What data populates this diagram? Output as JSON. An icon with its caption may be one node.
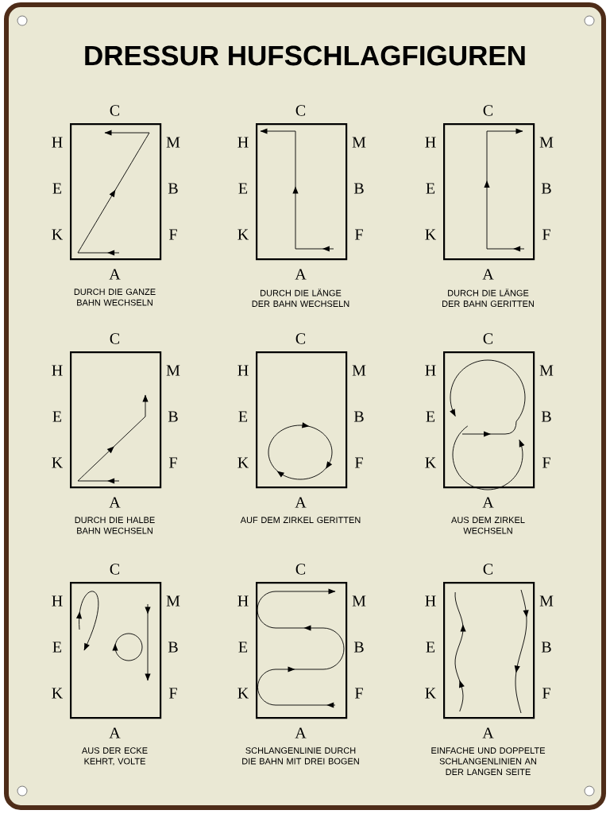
{
  "diagram": {
    "title": "DRESSUR  HUFSCHLAGFIGUREN",
    "nodes": [
      {
        "text": [],
        "shape": "box",
        "beside": [
          "C",
          "H",
          "M",
          "E",
          "B",
          "K",
          "F",
          "A",
          "DURCH DIE GANZE BAHN WECHSELN"
        ]
      },
      {
        "text": [],
        "shape": "box",
        "beside": [
          "C",
          "H",
          "M",
          "E",
          "B",
          "K",
          "F",
          "A",
          "DURCH DIE LÄNGE DER BAHN WECHSELN"
        ]
      },
      {
        "text": [],
        "shape": "box",
        "beside": [
          "C",
          "H",
          "M",
          "E",
          "B",
          "K",
          "F",
          "A",
          "DURCH DIE LÄNGE DER BAHN GERITTEN"
        ]
      },
      {
        "text": [],
        "shape": "box",
        "beside": [
          "C",
          "H",
          "M",
          "E",
          "B",
          "K",
          "F",
          "A",
          "DURCH DIE HALBE BAHN WECHSELN"
        ]
      },
      {
        "text": [],
        "shape": "box",
        "beside": [
          "C",
          "H",
          "M",
          "E",
          "B",
          "K",
          "F",
          "A",
          "AUF DEM ZIRKEL GERITTEN"
        ]
      },
      {
        "text": [],
        "shape": "box",
        "beside": [
          "C",
          "H",
          "M",
          "E",
          "B",
          "K",
          "F",
          "A",
          "AUS DEM ZIRKEL WECHSELN"
        ]
      },
      {
        "text": [],
        "shape": "box",
        "beside": [
          "C",
          "H",
          "M",
          "E",
          "B",
          "K",
          "F",
          "A",
          "AUS DER ECKE KEHRT, VOLTE"
        ]
      },
      {
        "text": [],
        "shape": "box",
        "beside": [
          "C",
          "H",
          "M",
          "E",
          "B",
          "K",
          "F",
          "A",
          "SCHLANGENLINIE DURCH DIE BAHN MIT DREI BOGEN"
        ]
      },
      {
        "text": [],
        "shape": "box",
        "beside": [
          "C",
          "H",
          "M",
          "E",
          "B",
          "K",
          "F",
          "A",
          "EINFACHE UND DOPPELTE SCHLANGENLINIEN AN DER LANGEN SEITE"
        ]
      }
    ]
  }
}
